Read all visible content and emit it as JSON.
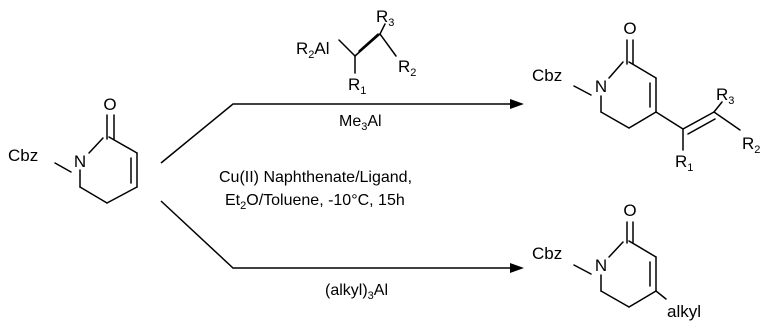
{
  "reactant": {
    "protecting_group": "Cbz",
    "nitrogen": "N",
    "carbonyl_oxygen": "O"
  },
  "top_reagent": {
    "metal_group": "R",
    "metal_sub": "2",
    "metal": "Al",
    "r1": "R",
    "r1_sub": "1",
    "r2": "R",
    "r2_sub": "2",
    "r3": "R",
    "r3_sub": "3"
  },
  "top_additive": {
    "prefix": "Me",
    "sub": "3",
    "suffix": "Al"
  },
  "conditions": {
    "line1": "Cu(II) Naphthenate/Ligand,",
    "line2_prefix": "Et",
    "line2_sub": "2",
    "line2_suffix": "O/Toluene, -10°C, 15h"
  },
  "bottom_reagent": {
    "prefix": "(alkyl)",
    "sub": "3",
    "suffix": "Al"
  },
  "product_top": {
    "protecting_group": "Cbz",
    "nitrogen": "N",
    "carbonyl_oxygen": "O",
    "r1": "R",
    "r1_sub": "1",
    "r2": "R",
    "r2_sub": "2",
    "r3": "R",
    "r3_sub": "3"
  },
  "product_bottom": {
    "protecting_group": "Cbz",
    "nitrogen": "N",
    "carbonyl_oxygen": "O",
    "substituent": "alkyl"
  }
}
